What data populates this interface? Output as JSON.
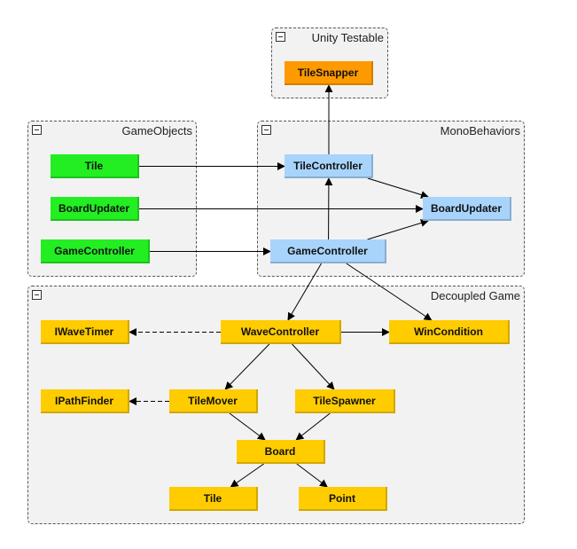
{
  "colors": {
    "gameobject": "#22ee22",
    "monobehavior": "#a8d4fc",
    "decoupled": "#ffcc00",
    "testable": "#ff9900",
    "edge": "#000000"
  },
  "groups": {
    "unity_testable": {
      "title": "Unity Testable",
      "collapse_icon": "minus-box-icon"
    },
    "gameobjects": {
      "title": "GameObjects",
      "collapse_icon": "minus-box-icon"
    },
    "monobehaviors": {
      "title": "MonoBehaviors",
      "collapse_icon": "minus-box-icon"
    },
    "decoupled_game": {
      "title": "Decoupled Game",
      "collapse_icon": "minus-box-icon"
    }
  },
  "nodes": {
    "tilesnapper": "TileSnapper",
    "go_tile": "Tile",
    "go_boardupdater": "BoardUpdater",
    "go_gamecontroller": "GameController",
    "mb_tilecontroller": "TileController",
    "mb_boardupdater": "BoardUpdater",
    "mb_gamecontroller": "GameController",
    "iwavetimer": "IWaveTimer",
    "wavecontroller": "WaveController",
    "wincondition": "WinCondition",
    "ipathfinder": "IPathFinder",
    "tilemover": "TileMover",
    "tilespawner": "TileSpawner",
    "board": "Board",
    "dg_tile": "Tile",
    "point": "Point"
  },
  "edges": [
    {
      "from": "go_tile",
      "to": "mb_tilecontroller",
      "style": "solid"
    },
    {
      "from": "go_boardupdater",
      "to": "mb_boardupdater",
      "style": "solid"
    },
    {
      "from": "go_gamecontroller",
      "to": "mb_gamecontroller",
      "style": "solid"
    },
    {
      "from": "mb_tilecontroller",
      "to": "tilesnapper",
      "style": "solid"
    },
    {
      "from": "mb_tilecontroller",
      "to": "mb_boardupdater",
      "style": "solid"
    },
    {
      "from": "mb_gamecontroller",
      "to": "mb_tilecontroller",
      "style": "solid"
    },
    {
      "from": "mb_gamecontroller",
      "to": "mb_boardupdater",
      "style": "solid"
    },
    {
      "from": "mb_gamecontroller",
      "to": "wavecontroller",
      "style": "solid"
    },
    {
      "from": "mb_gamecontroller",
      "to": "wincondition",
      "style": "solid"
    },
    {
      "from": "wavecontroller",
      "to": "iwavetimer",
      "style": "dashed"
    },
    {
      "from": "wavecontroller",
      "to": "wincondition",
      "style": "solid"
    },
    {
      "from": "wavecontroller",
      "to": "tilemover",
      "style": "solid"
    },
    {
      "from": "wavecontroller",
      "to": "tilespawner",
      "style": "solid"
    },
    {
      "from": "tilemover",
      "to": "ipathfinder",
      "style": "dashed"
    },
    {
      "from": "tilemover",
      "to": "board",
      "style": "solid"
    },
    {
      "from": "tilespawner",
      "to": "board",
      "style": "solid"
    },
    {
      "from": "board",
      "to": "dg_tile",
      "style": "solid"
    },
    {
      "from": "board",
      "to": "point",
      "style": "solid"
    }
  ]
}
